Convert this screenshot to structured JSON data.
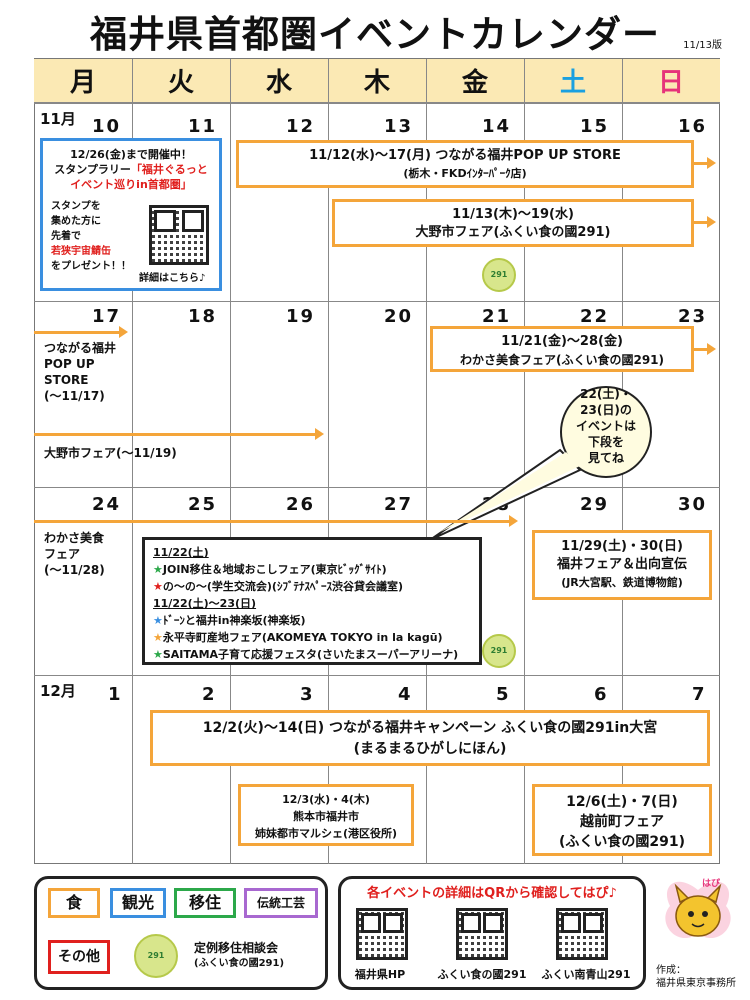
{
  "title": "福井県首都圏イベントカレンダー",
  "version": "11/13版",
  "weekdays": [
    "月",
    "火",
    "水",
    "木",
    "金",
    "土",
    "日"
  ],
  "colors": {
    "header_bg": "#fbe9b4",
    "event_orange": "#f4a53a",
    "saturday": "#1aa0e0",
    "sunday": "#e6337a",
    "stamp_blue": "#3a8fe0",
    "red": "#e0201e"
  },
  "months": {
    "nov": "11月",
    "dec": "12月"
  },
  "weeks": [
    {
      "days": [
        "10",
        "11",
        "12",
        "13",
        "14",
        "15",
        "16"
      ]
    },
    {
      "days": [
        "17",
        "18",
        "19",
        "20",
        "21",
        "22",
        "23"
      ]
    },
    {
      "days": [
        "24",
        "25",
        "26",
        "27",
        "28",
        "29",
        "30"
      ]
    },
    {
      "days": [
        "1",
        "2",
        "3",
        "4",
        "5",
        "6",
        "7"
      ]
    }
  ],
  "stamp_rally": {
    "line1": "12/26(金)まで開催中！",
    "line2_prefix": "スタンプラリー",
    "line2_red": "「福井ぐるっと",
    "line3_red": "イベント巡りin首都圏」",
    "body1": "スタンプを",
    "body2": "集めた方に",
    "body3": "先着で",
    "body4_red": "若狭宇宙鯖缶",
    "body5": "をプレゼント！！",
    "more": "詳細はこちら♪"
  },
  "events": {
    "tsunagaru": {
      "line1": "11/12(水)～17(月)  つながる福井POP  UP  STORE",
      "line2": "(栃木・FKDｲﾝﾀｰﾊﾟｰｸ店)"
    },
    "ono": {
      "line1": "11/13(木)～19(水)",
      "line2": "大野市フェア(ふくい食の國291)"
    },
    "wakasa": {
      "line1": "11/21(金)～28(金)",
      "line2": "わかさ美食フェア(ふくい食の國291)"
    },
    "fukui_fair": {
      "line1": "11/29(土)・30(日)",
      "line2": "福井フェア＆出向宣伝",
      "line3": "(JR大宮駅、鉄道博物館)"
    },
    "campaign": {
      "line1": "12/2(火)～14(日)  つながる福井キャンペーン    ふくい食の國291in大宮",
      "line2": "(まるまるひがしにほん)"
    },
    "kumamoto": {
      "line1": "12/3(水)・4(木)",
      "line2": "熊本市福井市",
      "line3": "姉妹都市マルシェ(港区役所)"
    },
    "echizen": {
      "line1": "12/6(土)・7(日)",
      "line2": "越前町フェア",
      "line3": "(ふくい食の國291)"
    }
  },
  "week2_notes": {
    "store1": "つながる福井",
    "store2": "POP  UP",
    "store3": "STORE",
    "store4": "(～11/17)",
    "ono": "大野市フェア(～11/19)"
  },
  "week3_notes": {
    "w1": "わかさ美食",
    "w2": "フェア",
    "w3": "(～11/28)"
  },
  "bubble": {
    "l1": "22(土)・",
    "l2": "23(日)の",
    "l3": "イベントは",
    "l4": "下段を",
    "l5": "見てね"
  },
  "weekend_list": {
    "date1": "11/22(土)",
    "e1": "JOIN移住＆地域おこしフェア(東京ﾋﾞｯｸﾞｻｲﾄ)",
    "e2": "の～の～(学生交流会)(ｼﾌﾞﾃﾅｽﾍﾟｰｽ渋谷貸会議室)",
    "date2": "11/22(土)～23(日)",
    "e3": "ﾄﾞｰﾝと福井in神楽坂(神楽坂)",
    "e4": "永平寺町産地フェア(AKOMEYA TOKYO in la kagū)",
    "e5": "SAITAMA子育て応援フェスタ(さいたまスーパーアリーナ)",
    "star": "★"
  },
  "legend": {
    "food": "食",
    "tourism": "観光",
    "migration": "移住",
    "crafts": "伝統工芸",
    "other": "その他",
    "regular1": "定例移住相談会",
    "regular2": "(ふくい食の國291)"
  },
  "qr_panel": {
    "heading": "各イベントの詳細はQRから確認してはぴ♪",
    "labels": [
      "福井県HP",
      "ふくい食の國291",
      "ふくい南青山291"
    ]
  },
  "credit": {
    "l1": "作成：",
    "l2": "福井県東京事務所"
  },
  "mascot_speech": "はぴ"
}
